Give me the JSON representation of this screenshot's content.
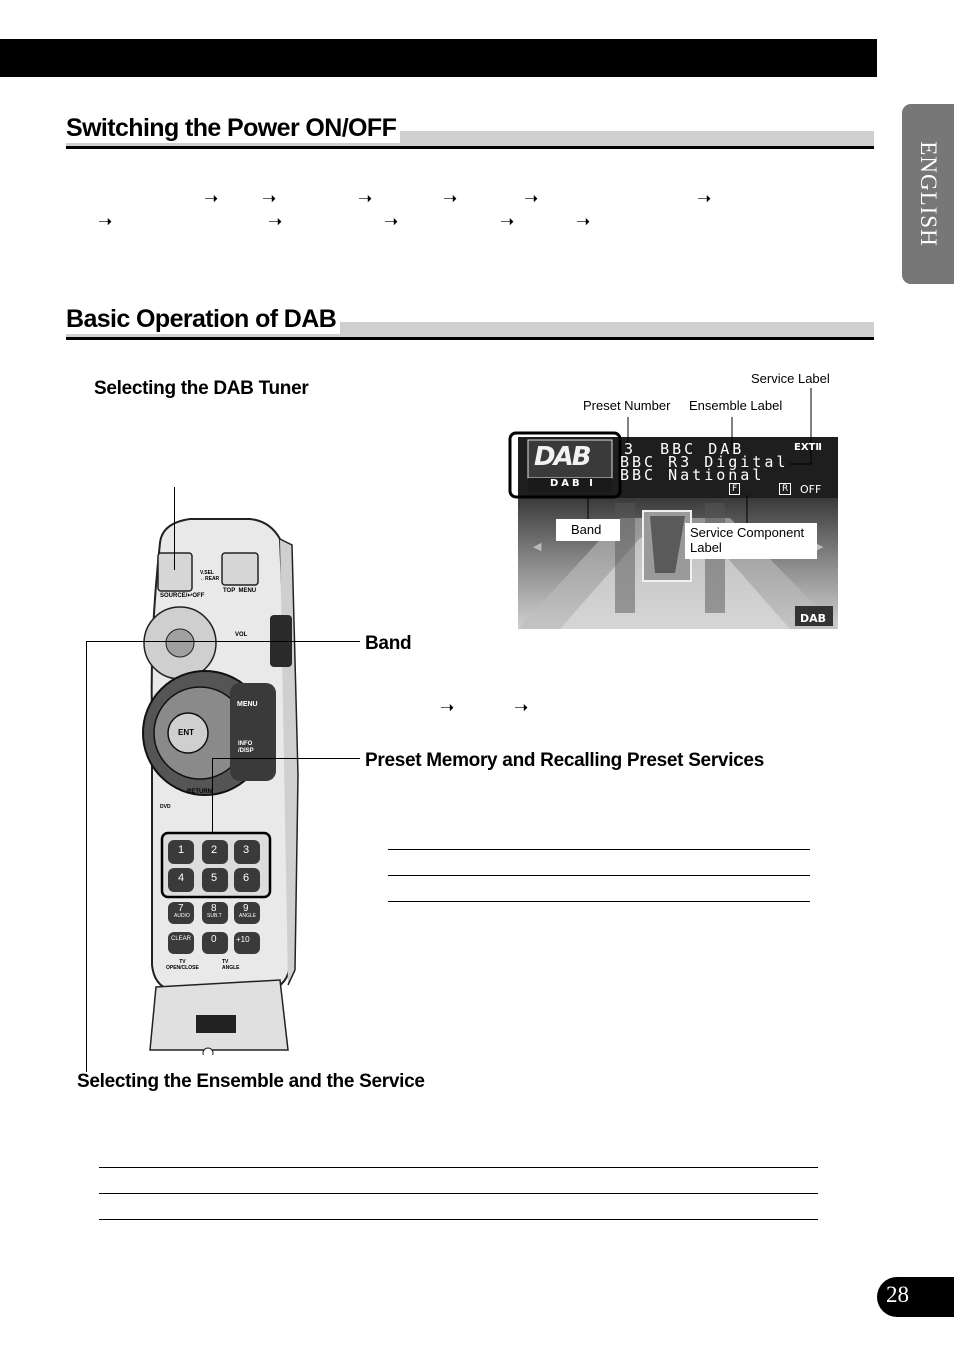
{
  "sections": {
    "power": {
      "title": "Switching the Power ON/OFF"
    },
    "dab": {
      "title": "Basic Operation of DAB"
    }
  },
  "subheads": {
    "select_tuner": "Selecting the DAB Tuner",
    "band": "Band",
    "preset": "Preset Memory and Recalling Preset Services",
    "ensemble": "Selecting the Ensemble and the Service"
  },
  "side_tab": {
    "label": "ENGLISH"
  },
  "page_number": "28",
  "display": {
    "labels": {
      "service_label": "Service Label",
      "preset_number": "Preset Number",
      "ensemble_label": "Ensemble Label",
      "band": "Band",
      "service_component_label": "Service Component Label"
    },
    "screen": {
      "logo": "DAB",
      "band_text": "DAB I",
      "line1": "3  BBC DAB",
      "line2": "BBC R3 Digital",
      "line3": "BBC National",
      "ext": "EXTⅡ",
      "f_indicator": "F",
      "r_indicator": "R",
      "off": "OFF",
      "corner_logo": "DAB"
    }
  },
  "remote": {
    "source_label": "SOURCE/↩OFF",
    "vsel_label": "V.SEL\n←REAR",
    "top_menu": "TOP  MENU",
    "vol": "VOL",
    "menu": "MENU",
    "ent": "ENT",
    "info": "INFO\n/DISP",
    "return": "RETURN",
    "dvd": "DVD",
    "keys": [
      "1",
      "2",
      "3",
      "4",
      "5",
      "6",
      "7",
      "8",
      "9",
      "CLEAR",
      "0",
      "+10"
    ],
    "key_sublabels": [
      "",
      "",
      "",
      "",
      "",
      "",
      "AUDIO",
      "SUB.T",
      "ANGLE",
      "",
      "",
      ""
    ],
    "tv_label": "TV\nOPEN/CLOSE",
    "angle_label": "TV\nANGLE"
  }
}
